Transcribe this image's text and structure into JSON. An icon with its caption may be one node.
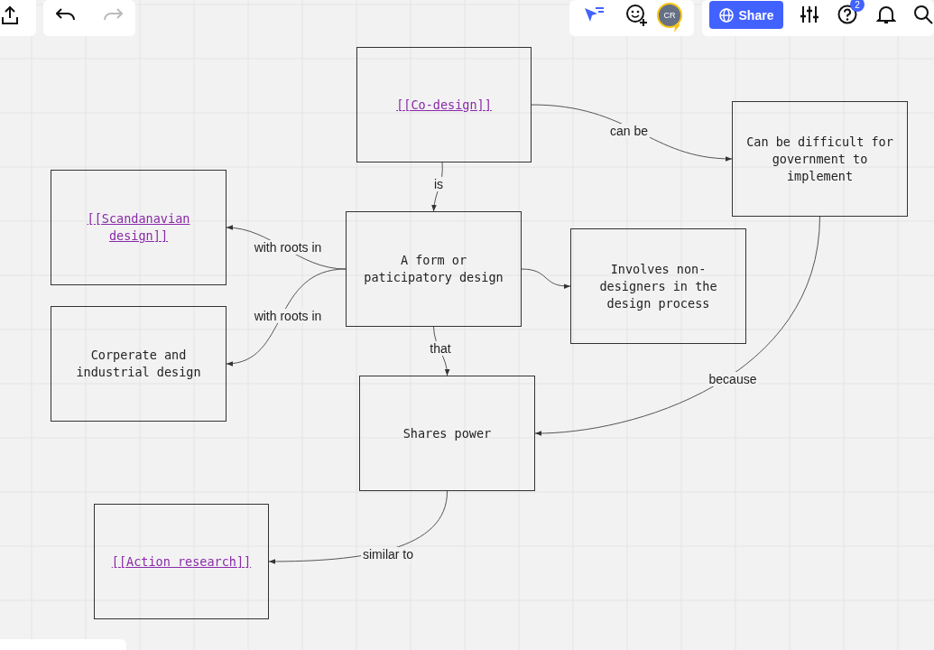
{
  "diagram": {
    "nodes": [
      {
        "text": [
          "[[Co-design]]"
        ]
      },
      {
        "text": [
          "Can be difficult for government to implement"
        ]
      },
      {
        "text": [
          "[[Scandanavian design]]"
        ]
      },
      {
        "text": [
          "A form or paticipatory design"
        ]
      },
      {
        "text": [
          "Involves non-designers in the design process"
        ]
      },
      {
        "text": [
          "Corperate and industrial design"
        ]
      },
      {
        "text": [
          "Shares power"
        ]
      },
      {
        "text": [
          "[[Action research]]"
        ]
      }
    ],
    "edges": [
      {
        "from": 0,
        "to": 1,
        "arrow": "to",
        "label": "can be"
      },
      {
        "from": 0,
        "to": 3,
        "arrow": "to",
        "label": "is"
      },
      {
        "from": 3,
        "to": 2,
        "arrow": "to",
        "label": "with roots in"
      },
      {
        "from": 3,
        "to": 5,
        "arrow": "to",
        "label": "with roots in"
      },
      {
        "from": 3,
        "to": 4,
        "arrow": "to"
      },
      {
        "from": 3,
        "to": 6,
        "arrow": "to",
        "label": "that"
      },
      {
        "from": 1,
        "to": 6,
        "arrow": "to",
        "label": "because"
      },
      {
        "from": 6,
        "to": 7,
        "arrow": "to",
        "label": "similar to"
      }
    ],
    "labels": [
      "CR",
      "Share",
      "2"
    ]
  }
}
